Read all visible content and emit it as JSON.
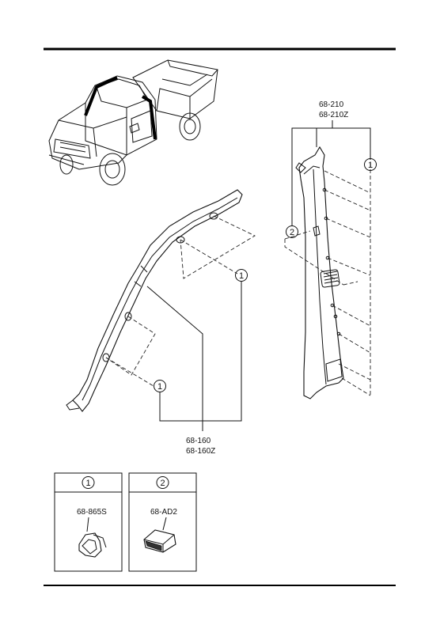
{
  "callouts": {
    "clip_ref": "1",
    "adhesive_ref": "2"
  },
  "parts": {
    "a_pillar_trim": [
      "68-160",
      "68-160Z"
    ],
    "b_pillar_trim": [
      "68-210",
      "68-210Z"
    ]
  },
  "legend": [
    {
      "ref": "1",
      "part_no": "68-865S"
    },
    {
      "ref": "2",
      "part_no": "68-AD2"
    }
  ]
}
